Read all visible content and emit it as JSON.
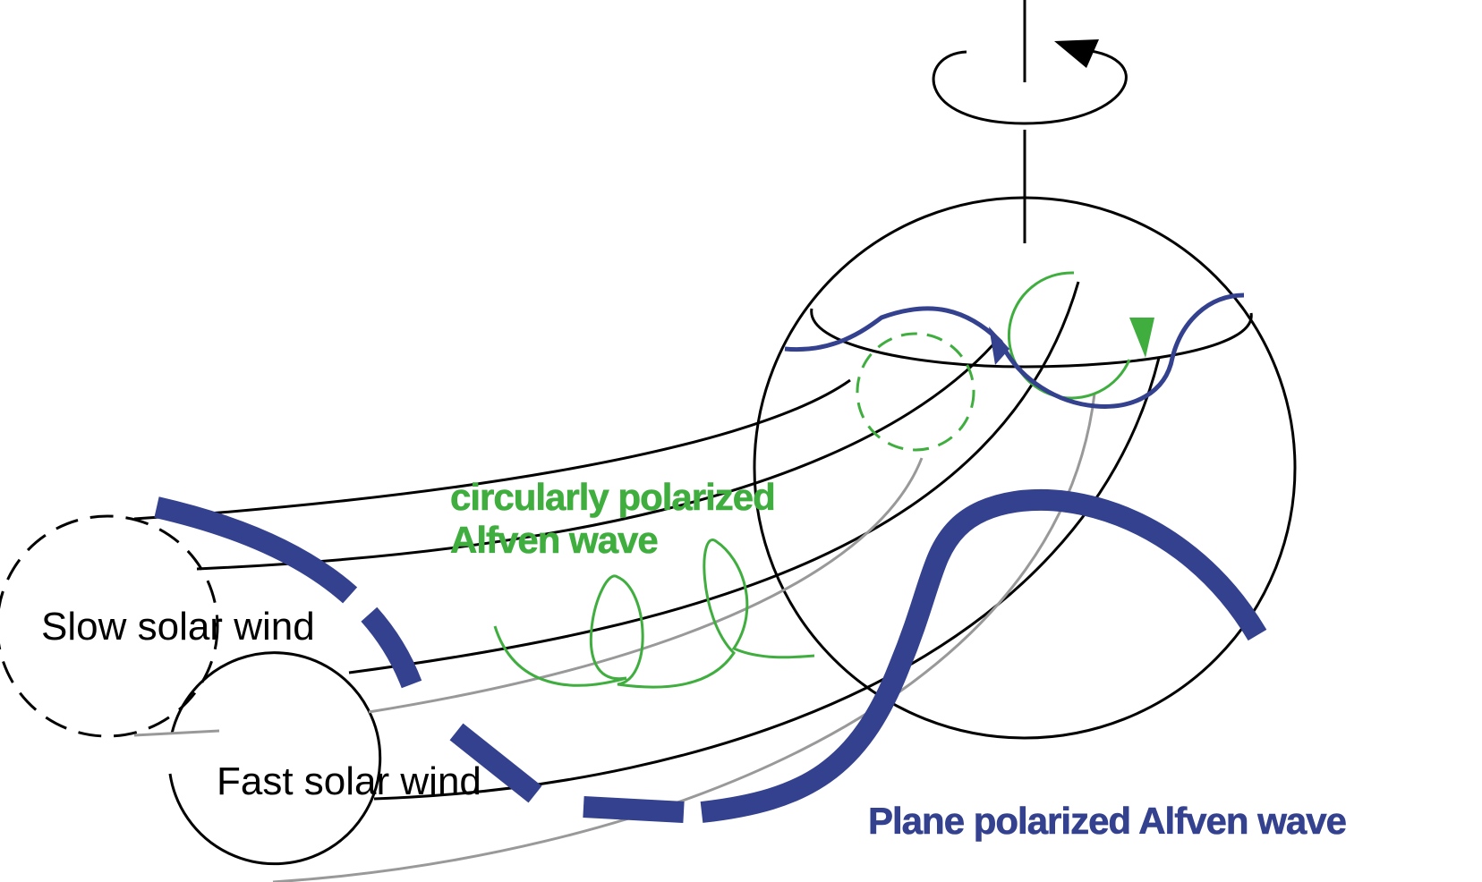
{
  "labels": {
    "slow_wind": "Slow solar wind",
    "fast_wind": "Fast solar wind",
    "circular_wave_line1": "circularly polarized",
    "circular_wave_line2": "Alfven wave",
    "plane_wave": "Plane polarized Alfven wave"
  },
  "colors": {
    "green": "#3fae3f",
    "blue": "#33418f",
    "gray": "#999999",
    "black": "#000000"
  }
}
